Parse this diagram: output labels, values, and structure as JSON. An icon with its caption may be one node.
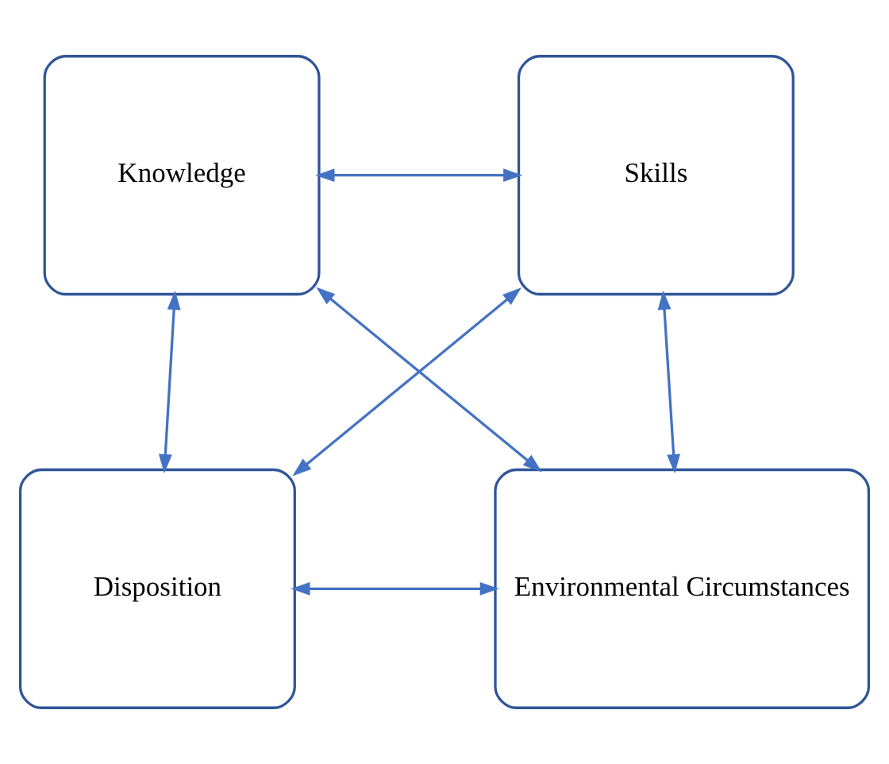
{
  "diagram": {
    "nodes": [
      {
        "text": [
          "Knowledge"
        ]
      },
      {
        "text": [
          "Skills"
        ]
      },
      {
        "text": [
          "Disposition"
        ]
      },
      {
        "text": [
          "Environmental Circumstances"
        ]
      }
    ],
    "edges": [
      {
        "from": 0,
        "to": 1,
        "arrow": "both"
      },
      {
        "from": 0,
        "to": 2,
        "arrow": "both"
      },
      {
        "from": 1,
        "to": 3,
        "arrow": "both"
      },
      {
        "from": 1,
        "to": 2,
        "arrow": "both"
      },
      {
        "from": 0,
        "to": 3,
        "arrow": "both"
      },
      {
        "from": 2,
        "to": 3,
        "arrow": "both"
      }
    ]
  }
}
